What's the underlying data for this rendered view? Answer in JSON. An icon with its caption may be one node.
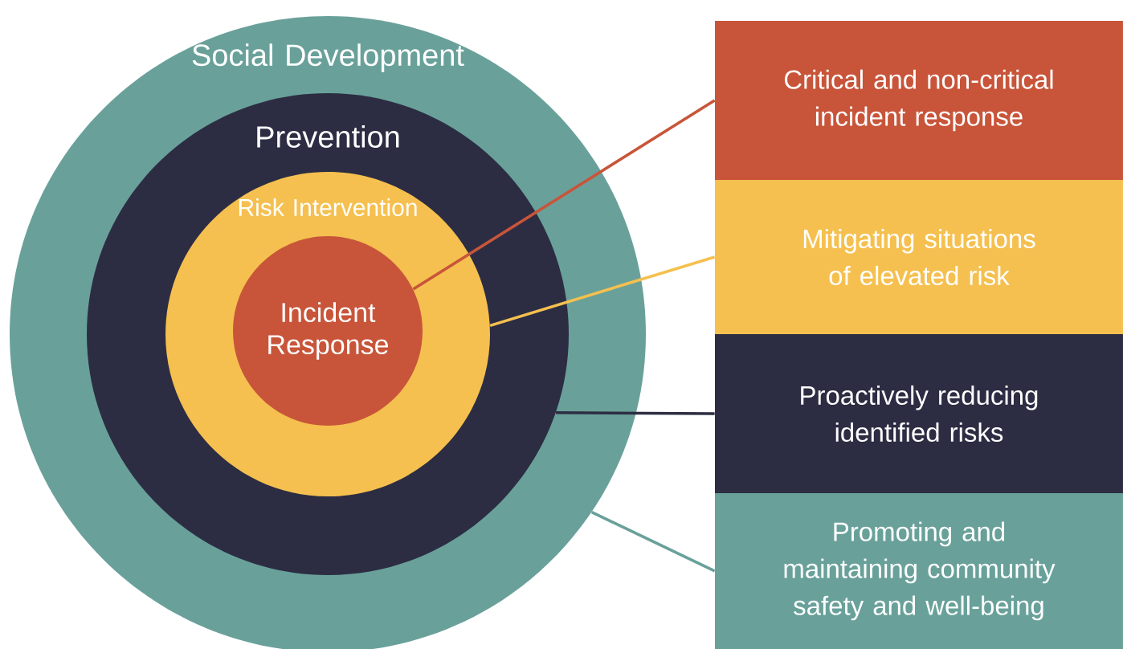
{
  "diagram": {
    "nodes": [
      {
        "text": [
          "Social Development"
        ]
      },
      {
        "text": [
          "Prevention"
        ],
        "in": 0
      },
      {
        "text": [
          "Risk Intervention"
        ],
        "in": 1
      },
      {
        "text": [
          "Incident Response"
        ],
        "in": 2
      },
      {
        "text": [
          "Critical and non-critical incident response"
        ]
      },
      {
        "text": [
          "Mitigating situations of elevated risk"
        ]
      },
      {
        "text": [
          "Proactively reducing identified risks"
        ]
      },
      {
        "text": [
          "Promoting and maintaining community safety and well-being"
        ]
      }
    ],
    "edges": [
      {
        "from": 3,
        "to": 4,
        "arrow": "none",
        "color": "#c8553a"
      },
      {
        "from": 2,
        "to": 5,
        "arrow": "none",
        "color": "#f5c04f"
      },
      {
        "from": 1,
        "to": 6,
        "arrow": "none",
        "color": "#2c2d43"
      },
      {
        "from": 0,
        "to": 7,
        "arrow": "none",
        "color": "#69a19a"
      }
    ]
  }
}
